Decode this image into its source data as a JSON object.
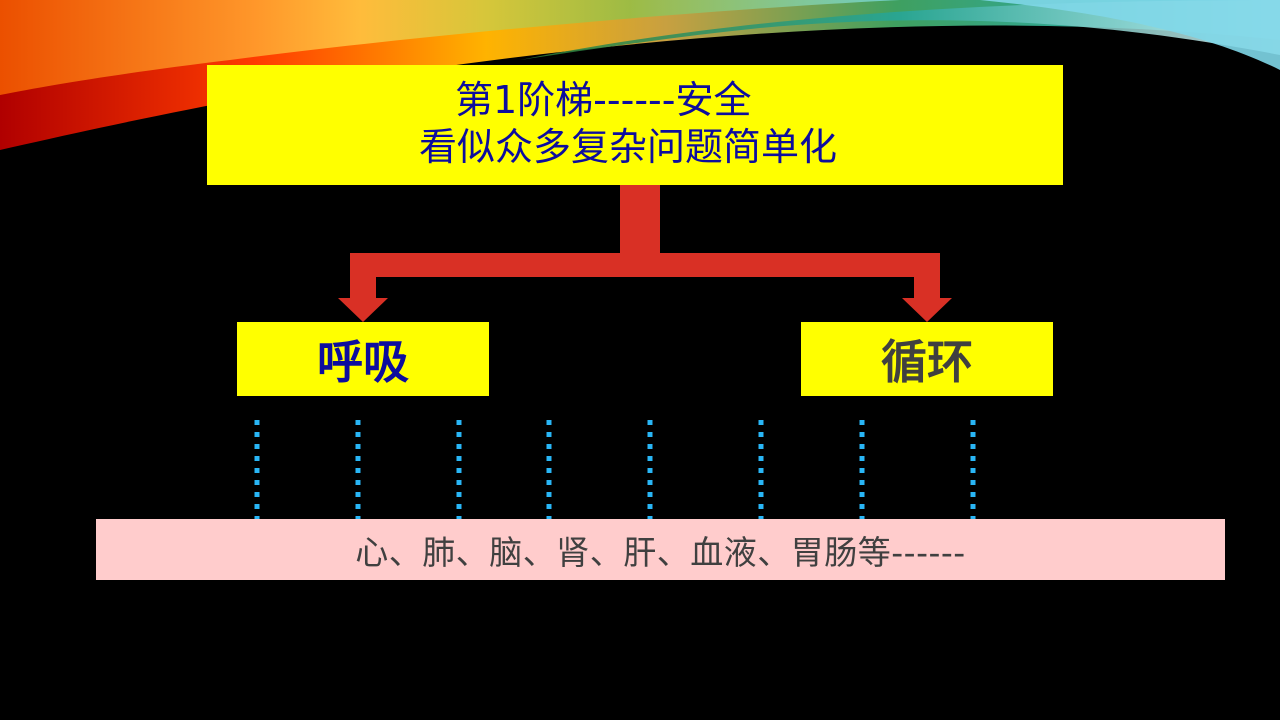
{
  "title": {
    "line1": "第1阶梯------安全",
    "line2": "看似众多复杂问题简单化"
  },
  "branches": {
    "left": "呼吸",
    "right": "循环"
  },
  "organs": "心、肺、脑、肾、肝、血液、胃肠等------",
  "colors": {
    "background": "#000000",
    "box_fill": "#ffff00",
    "title_text": "#0d0d9e",
    "arrow": "#d93025",
    "dotted_line": "#29b6f6",
    "organ_bar": "#ffcccc"
  }
}
